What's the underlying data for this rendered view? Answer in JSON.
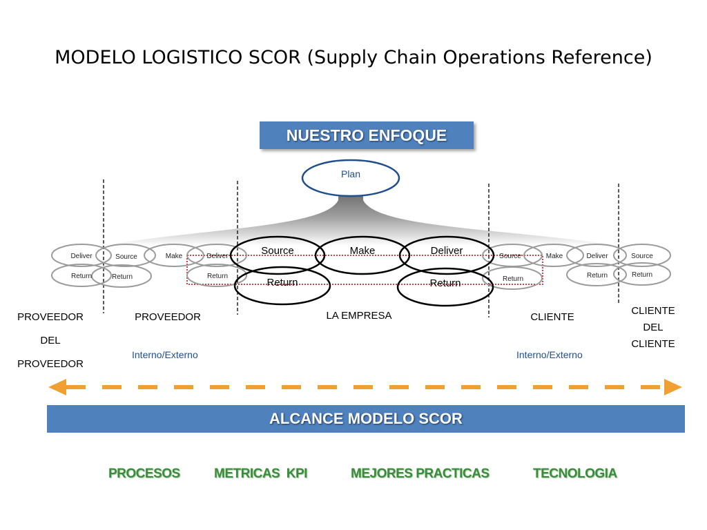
{
  "title": "MODELO LOGISTICO SCOR (Supply Chain Operations Reference)",
  "focus_banner": "NUESTRO ENFOQUE",
  "plan": "Plan",
  "company": {
    "source": "Source",
    "make": "Make",
    "deliver": "Deliver",
    "return_left": "Return",
    "return_right": "Return"
  },
  "small_nodes": {
    "deliver": "Deliver",
    "source": "Source",
    "make": "Make",
    "return": "Return"
  },
  "entities": {
    "proveedor_del_proveedor": [
      "PROVEEDOR",
      "DEL",
      "PROVEEDOR"
    ],
    "proveedor": "PROVEEDOR",
    "empresa": "LA EMPRESA",
    "cliente": "CLIENTE",
    "cliente_del_cliente": [
      "CLIENTE",
      "DEL",
      "CLIENTE"
    ],
    "interno_externo_left": "Interno/Externo",
    "interno_externo_right": "Interno/Externo"
  },
  "scope_banner": "ALCANCE MODELO SCOR",
  "pillars": [
    "PROCESOS",
    "METRICAS  KPI",
    "MEJORES PRACTICAS",
    "TECNOLOGIA"
  ],
  "colors": {
    "banner_blue": "#4f81bd",
    "plan_blue": "#1f4e8c",
    "arrow_orange": "#f0a030",
    "pillar_green": "#3a8c3a",
    "dotted_red": "#c00000"
  }
}
